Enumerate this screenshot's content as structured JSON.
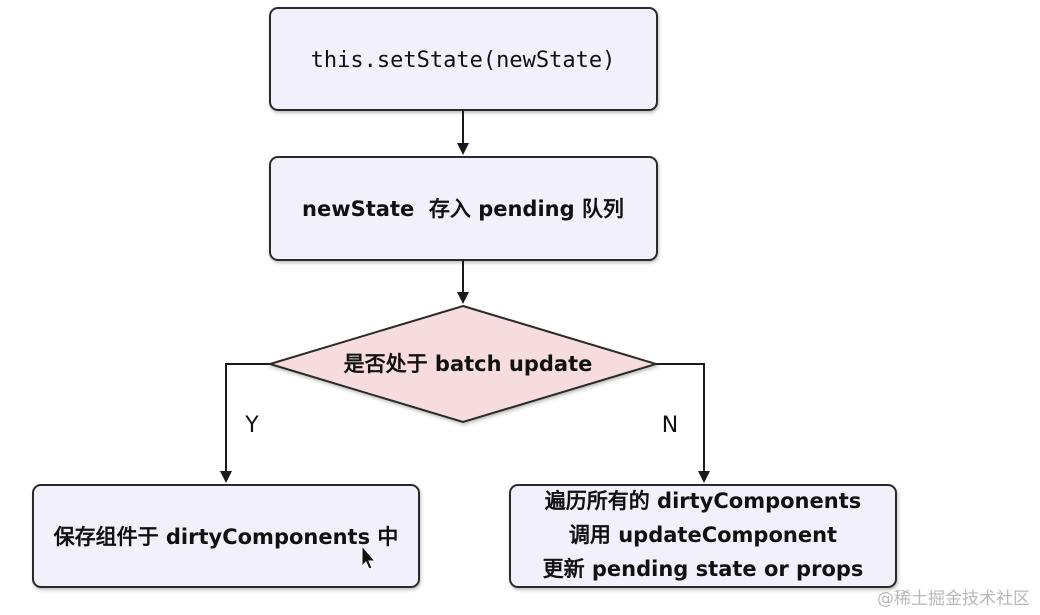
{
  "flow": {
    "step1_label": "this.setState(newState)",
    "step2_label": "newState  存入 pending 队列",
    "decision_label": "是否处于 batch update",
    "yes_label": "Y",
    "no_label": "N",
    "yes_box_label": "保存组件于 dirtyComponents 中",
    "no_box_lines": [
      "遍历所有的 dirtyComponents",
      "调用 updateComponent",
      "更新 pending state or props"
    ]
  },
  "watermark": "@稀土掘金技术社区",
  "colors": {
    "box_fill": "#f2f1fb",
    "box_stroke": "#2b2b2b",
    "decision_fill": "#f6dcdc",
    "line": "#1a1a1a"
  },
  "icons": {
    "cursor": "mouse-pointer-icon"
  }
}
